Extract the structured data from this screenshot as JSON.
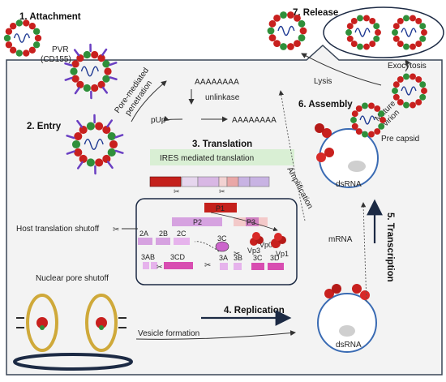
{
  "steps": {
    "attachment": "1. Attachment",
    "entry": "2. Entry",
    "translation": "3. Translation",
    "replication": "4. Replication",
    "transcription": "5. Transcription",
    "assembly": "6. Assembly",
    "release": "7. Release"
  },
  "labels": {
    "pvr": "PVR",
    "cd155": "(CD155)",
    "pore_mediated": "Pore-mediated",
    "penetration": "penetration",
    "poly_a_top": "AAAAAAAA",
    "poly_a_bottom": "AAAAAAAA",
    "unlinkase": "unlinkase",
    "pup": "pUp",
    "ires": "IRES mediated translation",
    "host_shutoff": "Host translation shutoff",
    "nuclear_shutoff": "Nuclear pore shutoff",
    "vesicle_formation": "Vesicle formation",
    "amplification": "Amplification",
    "mrna": "mRNA",
    "lysis": "Lysis",
    "exocytosis": "Exocytosis",
    "mature": "Mature",
    "virion": "virion",
    "pre_capsid": "Pre capsid",
    "dsrna_top": "dsRNA",
    "dsrna_bottom": "dsRNA"
  },
  "proteins": {
    "p1": "P1",
    "p2": "P2",
    "p3": "P3",
    "a2": "2A",
    "b2": "2B",
    "c2": "2C",
    "c3": "3C",
    "ab3": "3AB",
    "cd3": "3CD",
    "a3": "3A",
    "b3": "3B",
    "c3b": "3C",
    "d3": "3D",
    "vp1": "Vp1",
    "vp3": "Vp3",
    "vp0": "Vp0"
  },
  "colors": {
    "capsid_red": "#c8201e",
    "capsid_green": "#2f8f3a",
    "rna_blue": "#1f3a93",
    "ires_bg": "#d9efd4",
    "p1": "#c4201b",
    "p2": "#d6a2e0",
    "p3": "#e8a5c8",
    "box_border": "#1c2a44",
    "cell_border": "#3a4657",
    "cell_fill": "#f2f2f2",
    "receptor_purple": "#6a3fc2",
    "vesicle_ring": "#cfa93a"
  }
}
